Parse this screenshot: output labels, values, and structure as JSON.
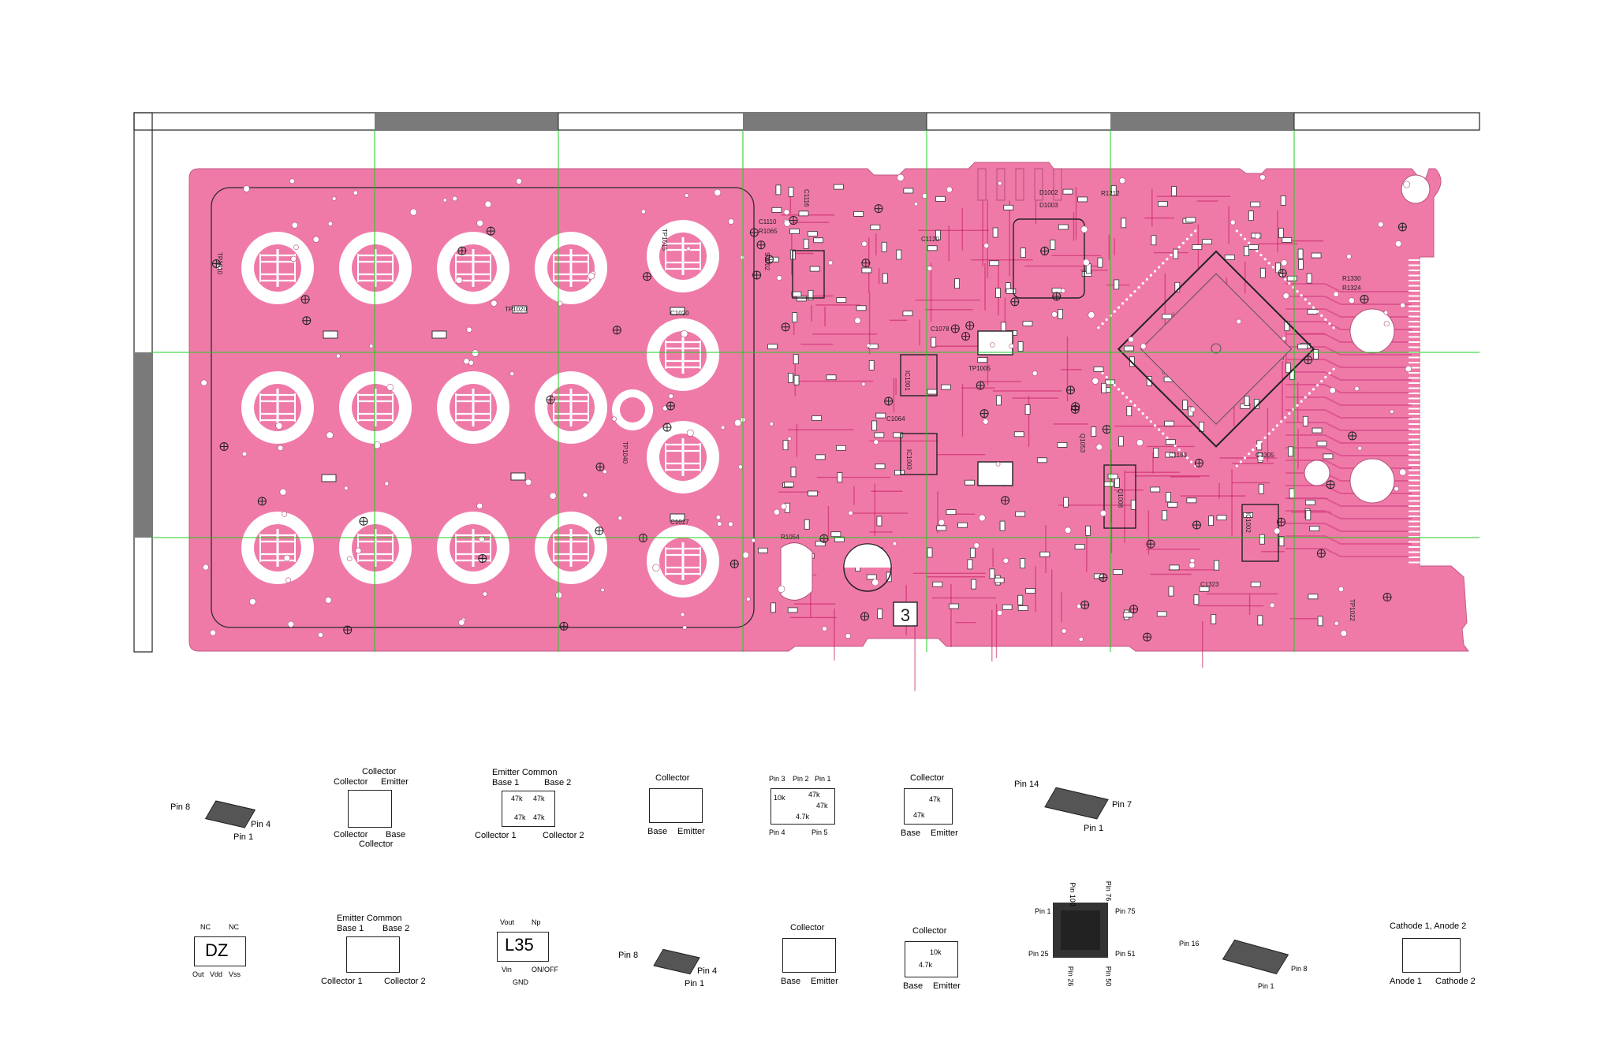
{
  "board": {
    "colors": {
      "pcb": "#ef7aa8",
      "copper_clear": "#ffffff",
      "trace": "#c2185b",
      "grid_line": "#22cc22",
      "ruler_dark": "#7a7a7a",
      "silkscreen": "#222222"
    },
    "board_mark": "3",
    "labels": {
      "s1002": "S1002",
      "ic1001": "IC1001",
      "ic1000": "IC1000",
      "ic1002": "IC1002",
      "tp1010": "TP1010",
      "tp1020": "TP1020",
      "tp1040": "TP1040",
      "d1002": "D1002",
      "d1003": "D1003",
      "r1212": "R1212",
      "c1116": "C1116",
      "c1110": "C1110",
      "r1065": "R1065",
      "c1120": "C1120",
      "r1324": "R1324",
      "r1330": "R1330",
      "tp1022": "TP1022",
      "c1323": "C1323",
      "c1305": "C1305",
      "r1054": "R1054",
      "c1064": "C1064",
      "c1078": "C1078",
      "q1008": "Q1008",
      "tp1005": "TP1005",
      "c1183": "C1183",
      "q1053": "Q1053",
      "c1017": "C1017",
      "c1020": "C1020",
      "tp1015": "TP1015"
    }
  },
  "packages": {
    "soic8_a": {
      "pin_a": "Pin 8",
      "pin_b": "Pin 4",
      "pin_c": "Pin 1"
    },
    "sot_dual": {
      "top": "Collector",
      "top_left": "Collector",
      "top_right": "Emitter",
      "bottom_left": "Collector",
      "bottom_right": "Base",
      "bottom": "Collector"
    },
    "dual_bias_a": {
      "title": "Emitter Common",
      "base1": "Base 1",
      "base2": "Base 2",
      "r1": "47k",
      "r2": "47k",
      "r3": "47k",
      "r4": "47k",
      "c1": "Collector 1",
      "c2": "Collector 2"
    },
    "transistor_a": {
      "top": "Collector",
      "left": "Base",
      "right": "Emitter"
    },
    "six_pin": {
      "p3": "Pin 3",
      "p2": "Pin 2",
      "p1": "Pin 1",
      "p4": "Pin 4",
      "p5": "Pin 5",
      "r1": "10k",
      "r2": "47k",
      "r3": "47k",
      "r4": "4.7k"
    },
    "digi_a": {
      "top": "Collector",
      "r1": "47k",
      "r2": "47k",
      "left": "Base",
      "right": "Emitter"
    },
    "soic14": {
      "pin_a": "Pin 14",
      "pin_b": "Pin 7",
      "pin_c": "Pin 1"
    },
    "dz": {
      "nc1": "NC",
      "nc2": "NC",
      "body": "DZ",
      "out": "Out",
      "vdd": "Vdd",
      "vss": "Vss"
    },
    "dual_bias_b": {
      "title": "Emitter Common",
      "base1": "Base 1",
      "base2": "Base 2",
      "c1": "Collector 1",
      "c2": "Collector 2"
    },
    "l35": {
      "vout": "Vout",
      "np": "Np",
      "body": "L35",
      "vin": "Vin",
      "onoff": "ON/OFF",
      "gnd": "GND"
    },
    "soic8_b": {
      "pin_a": "Pin 8",
      "pin_b": "Pin 4",
      "pin_c": "Pin 1"
    },
    "transistor_b": {
      "top": "Collector",
      "left": "Base",
      "right": "Emitter"
    },
    "digi_b": {
      "top": "Collector",
      "r1": "10k",
      "r2": "4.7k",
      "left": "Base",
      "right": "Emitter"
    },
    "qfp100": {
      "p100": "Pin 100",
      "p76": "Pin 76",
      "p1": "Pin 1",
      "p75": "Pin 75",
      "p25": "Pin 25",
      "p51": "Pin 51",
      "p26": "Pin 26",
      "p50": "Pin 50"
    },
    "soic16": {
      "pin_a": "Pin 16",
      "pin_b": "Pin 8",
      "pin_c": "Pin 1"
    },
    "dual_diode": {
      "title": "Cathode 1, Anode 2",
      "a1": "Anode 1",
      "c2": "Cathode 2"
    }
  }
}
